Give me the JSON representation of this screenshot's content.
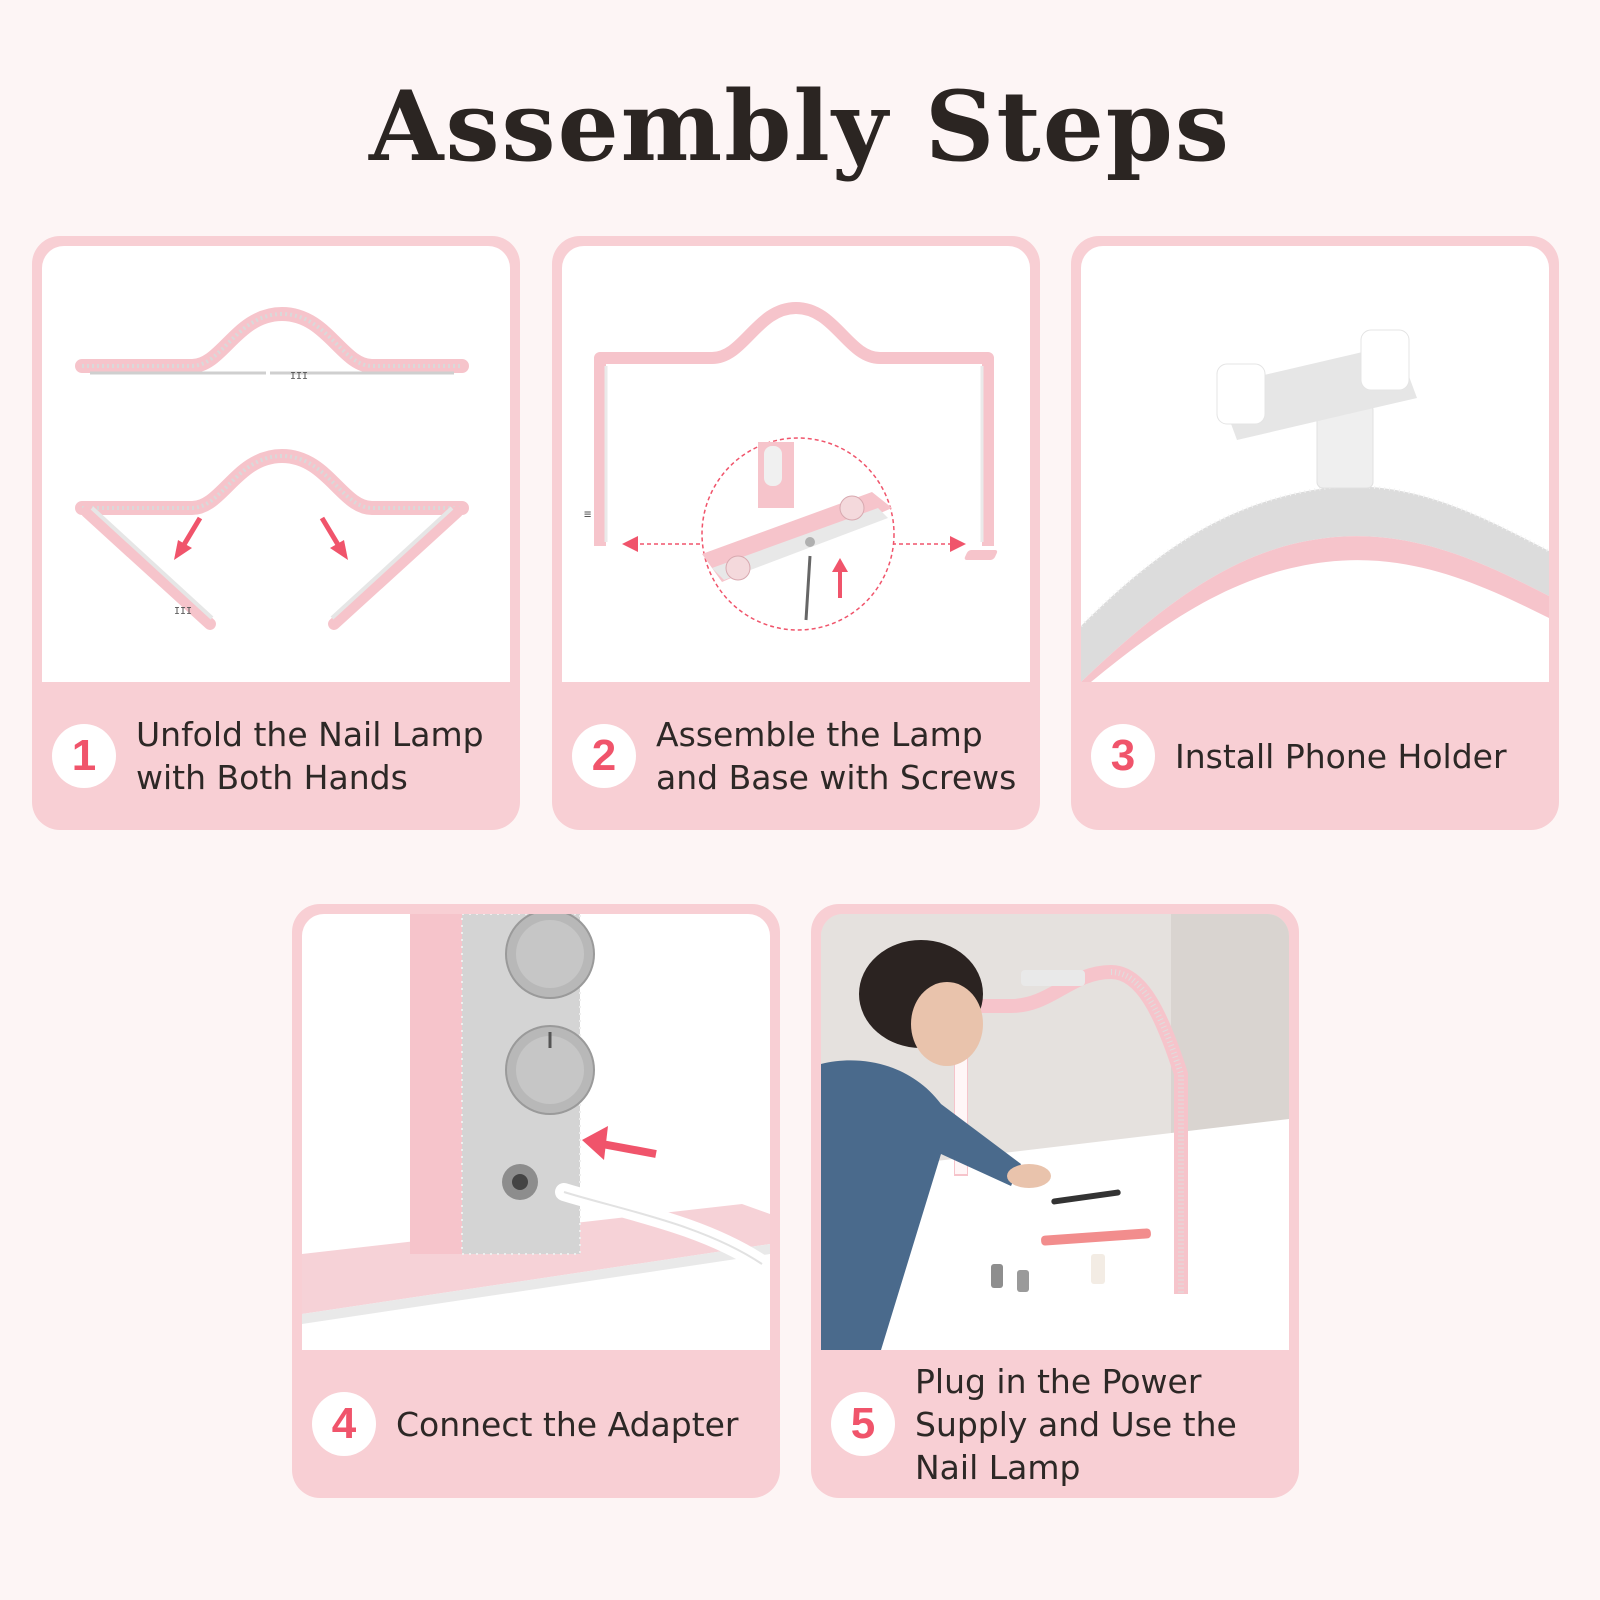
{
  "title": "Assembly Steps",
  "steps": [
    {
      "number": "1",
      "label": "Unfold the Nail Lamp\nwith Both Hands"
    },
    {
      "number": "2",
      "label": "Assemble the Lamp\nand Base with Screws"
    },
    {
      "number": "3",
      "label": "Install Phone Holder"
    },
    {
      "number": "4",
      "label": "Connect the Adapter"
    },
    {
      "number": "5",
      "label": "Plug in the Power\nSupply and Use the\nNail Lamp"
    }
  ],
  "colors": {
    "background": "#fdf5f5",
    "card": "#f8cfd4",
    "accent": "#f0546b",
    "lamp_pink": "#f6c4cb",
    "text": "#2d2826"
  }
}
